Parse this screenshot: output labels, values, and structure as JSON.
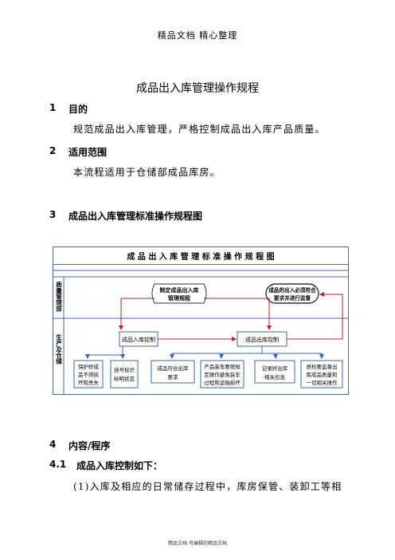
{
  "header": "精品文档 精心整理",
  "doc_title": "成品出入库管理操作规程",
  "sections": {
    "s1_num": "1",
    "s1_title": "目的",
    "s1_text": "规范成品出入库管理，严格控制成品出入库产品质量。",
    "s2_num": "2",
    "s2_title": "适用范围",
    "s2_text": "本流程适用于仓储部成品库房。",
    "s3_num": "3",
    "s3_title": "成品出入库管理标准操作规程图",
    "s4_num": "4",
    "s4_title": "内容/程序",
    "s41_num": "4.1",
    "s41_title": "成品入库控制如下：",
    "s41_text": "(1)入库及相应的日常储存过程中，库房保管、装卸工等相"
  },
  "diagram": {
    "title": "成 品 出 入 库 管 理 标 准 操 作 规 程 图",
    "lane1": "质量管理部",
    "lane2": "生产及仓储",
    "node_rules_l1": "制定成品出入库",
    "node_rules_l2": "管理规程",
    "node_supervise_l1": "成品的出入必须符合",
    "node_supervise_l2": "要求并进行监督",
    "node_in": "成品入库控制",
    "node_out": "成品出库控制",
    "in_1_l1": "保护好成",
    "in_1_l2": "品不得损",
    "in_1_l3": "坏和丢失",
    "in_2_l1": "挂号标识",
    "in_2_l2": "标明状态",
    "out_1_l1": "成品符合出库",
    "out_1_l2": "要求",
    "out_2_l1": "产品装车要按规",
    "out_2_l2": "定操作避免装车",
    "out_2_l3": "过程和运输损坏",
    "out_3_l1": "记录好出库",
    "out_3_l2": "相关信息",
    "out_4_l1": "质检要监督出",
    "out_4_l2": "库成品质量和",
    "out_4_l3": "一切相关操作"
  },
  "footer": "精品文档 可编辑的精品文档",
  "colors": {
    "arrow_red": "#c0202a",
    "arrow_blue": "#3a64b0",
    "box_border": "#3a64b0",
    "frame": "#4a6aa8"
  }
}
